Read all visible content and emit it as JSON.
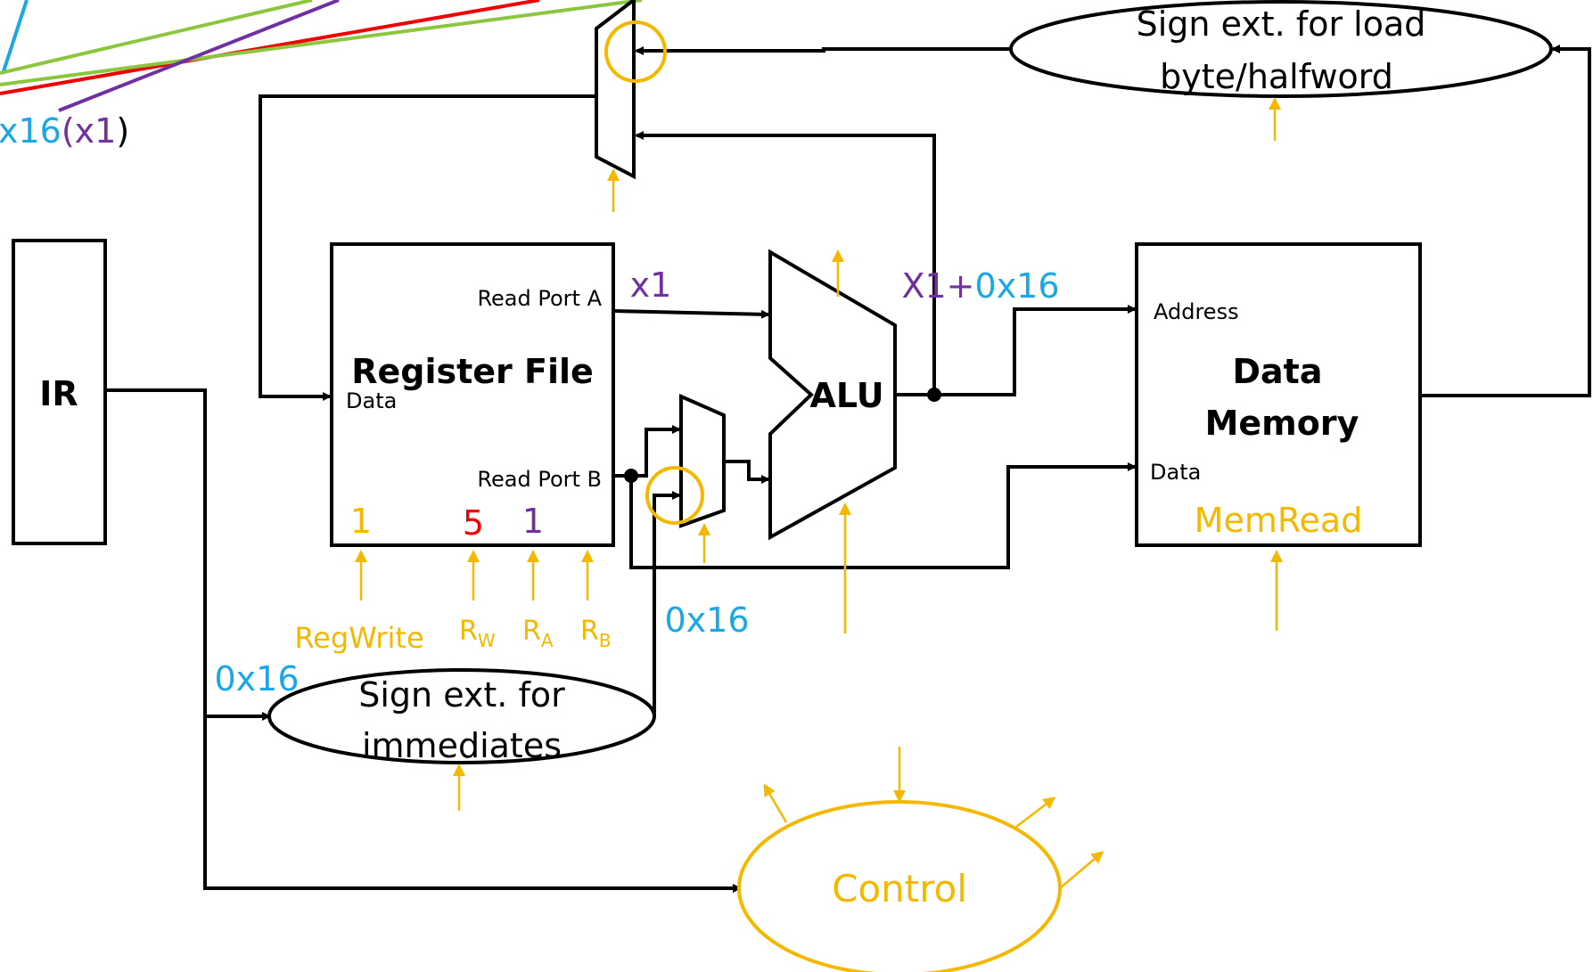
{
  "colors": {
    "wire": "#000000",
    "control": "#F5B800",
    "blue": "#1AA7E8",
    "purple": "#7030A0",
    "red": "#EE0000",
    "green": "#8CC63F"
  },
  "ir": {
    "label": "IR"
  },
  "regfile": {
    "title": "Register File",
    "port_a": "Read Port A",
    "port_b": "Read Port B",
    "data": "Data",
    "regwrite_value": "1",
    "rw_value": "5",
    "ra_value": "1"
  },
  "control_signals": {
    "regwrite": "RegWrite",
    "rw": "R",
    "rw_sub": "W",
    "ra": "R",
    "ra_sub": "A",
    "rb": "R",
    "rb_sub": "B"
  },
  "alu": {
    "label": "ALU"
  },
  "memory": {
    "title_line1": "Data",
    "title_line2": "Memory",
    "address": "Address",
    "data": "Data",
    "memread": "MemRead"
  },
  "sign_ext_imm": {
    "line1": "Sign ext. for",
    "line2": "immediates"
  },
  "sign_ext_load": {
    "line1": "Sign ext. for load",
    "line2": "byte/halfword"
  },
  "control": {
    "label": "Control"
  },
  "values": {
    "port_a_value": "x1",
    "imm_in": "0x16",
    "imm_out": "0x16",
    "alu_out_part1": "X1+",
    "alu_out_part2": "0x16",
    "top_left_blue": "x16",
    "top_left_purple": "(x1",
    "top_left_close": ")"
  }
}
